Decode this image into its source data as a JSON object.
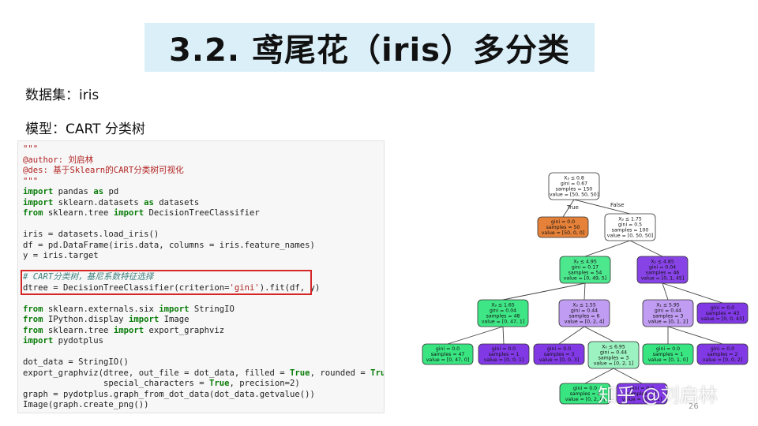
{
  "slide": {
    "title": "3.2. 鸢尾花（iris）多分类",
    "dataset_label": "数据集：iris",
    "model_label": "模型：CART 分类树",
    "page_number": "26",
    "watermark": "知乎 @刘启林"
  },
  "code_lines": [
    "\"\"\"",
    "@author: 刘启林",
    "@des: 基于Sklearn的CART分类树可视化",
    "\"\"\"",
    "import pandas as pd",
    "import sklearn.datasets as datasets",
    "from sklearn.tree import DecisionTreeClassifier",
    "",
    "iris = datasets.load_iris()",
    "df = pd.DataFrame(iris.data, columns = iris.feature_names)",
    "y = iris.target",
    "",
    "# CART分类树，基尼系数特征选择",
    "dtree = DecisionTreeClassifier(criterion='gini').fit(df, y)",
    "",
    "from sklearn.externals.six import StringIO",
    "from IPython.display import Image",
    "from sklearn.tree import export_graphviz",
    "import pydotplus",
    "",
    "dot_data = StringIO()",
    "export_graphviz(dtree, out_file = dot_data, filled = True, rounded = True,",
    "                special_characters = True, precision=2)",
    "graph = pydotplus.graph_from_dot_data(dot_data.getvalue())",
    "Image(graph.create_png())"
  ],
  "tree": {
    "edge_true": "True",
    "edge_false": "False",
    "nodes": [
      {
        "id": "n0",
        "color": "#ffffff",
        "lines": [
          "X₃ ≤ 0.8",
          "gini = 0.67",
          "samples = 150",
          "value = [50, 50, 50]"
        ]
      },
      {
        "id": "n1",
        "color": "#e58139",
        "lines": [
          "gini = 0.0",
          "samples = 50",
          "value = [50, 0, 0]"
        ]
      },
      {
        "id": "n2",
        "color": "#ffffff",
        "lines": [
          "X₃ ≤ 1.75",
          "gini = 0.5",
          "samples = 100",
          "value = [0, 50, 50]"
        ]
      },
      {
        "id": "n3",
        "color": "#4de88e",
        "lines": [
          "X₂ ≤ 4.95",
          "gini = 0.17",
          "samples = 54",
          "value = [0, 49, 5]"
        ]
      },
      {
        "id": "n4",
        "color": "#8743e6",
        "lines": [
          "X₂ ≤ 4.85",
          "gini = 0.04",
          "samples = 46",
          "value = [0, 1, 45]"
        ]
      },
      {
        "id": "n5",
        "color": "#3fe685",
        "lines": [
          "X₃ ≤ 1.65",
          "gini = 0.04",
          "samples = 48",
          "value = [0, 47, 1]"
        ]
      },
      {
        "id": "n6",
        "color": "#c09cf2",
        "lines": [
          "X₃ ≤ 1.55",
          "gini = 0.44",
          "samples = 6",
          "value = [0, 2, 4]"
        ]
      },
      {
        "id": "n7",
        "color": "#c09cf2",
        "lines": [
          "X₁ ≤ 5.95",
          "gini = 0.44",
          "samples = 3",
          "value = [0, 1, 2]"
        ]
      },
      {
        "id": "n8",
        "color": "#8139e5",
        "lines": [
          "gini = 0.0",
          "samples = 43",
          "value = [0, 0, 43]"
        ]
      },
      {
        "id": "n9",
        "color": "#39e581",
        "lines": [
          "gini = 0.0",
          "samples = 47",
          "value = [0, 47, 0]"
        ]
      },
      {
        "id": "n10",
        "color": "#8139e5",
        "lines": [
          "gini = 0.0",
          "samples = 1",
          "value = [0, 0, 1]"
        ]
      },
      {
        "id": "n11",
        "color": "#8139e5",
        "lines": [
          "gini = 0.0",
          "samples = 3",
          "value = [0, 0, 3]"
        ]
      },
      {
        "id": "n12",
        "color": "#9cf2c0",
        "lines": [
          "X₀ ≤ 6.95",
          "gini = 0.44",
          "samples = 3",
          "value = [0, 2, 1]"
        ]
      },
      {
        "id": "n13",
        "color": "#39e581",
        "lines": [
          "gini = 0.0",
          "samples = 1",
          "value = [0, 1, 0]"
        ]
      },
      {
        "id": "n14",
        "color": "#8139e5",
        "lines": [
          "gini = 0.0",
          "samples = 2",
          "value = [0, 0, 2]"
        ]
      },
      {
        "id": "n15",
        "color": "#39e581",
        "lines": [
          "gini = 0.0",
          "samples = 2",
          "value = [0, 2, 0]"
        ]
      },
      {
        "id": "n16",
        "color": "#8139e5",
        "lines": [
          "gini = 0.0",
          "samples = 1",
          "value = [0, 0, 1]"
        ]
      }
    ],
    "edges": [
      [
        "n0",
        "n1"
      ],
      [
        "n0",
        "n2"
      ],
      [
        "n2",
        "n3"
      ],
      [
        "n2",
        "n4"
      ],
      [
        "n3",
        "n5"
      ],
      [
        "n3",
        "n6"
      ],
      [
        "n4",
        "n7"
      ],
      [
        "n4",
        "n8"
      ],
      [
        "n5",
        "n9"
      ],
      [
        "n5",
        "n10"
      ],
      [
        "n6",
        "n11"
      ],
      [
        "n6",
        "n12"
      ],
      [
        "n7",
        "n13"
      ],
      [
        "n7",
        "n14"
      ],
      [
        "n12",
        "n15"
      ],
      [
        "n12",
        "n16"
      ]
    ]
  }
}
